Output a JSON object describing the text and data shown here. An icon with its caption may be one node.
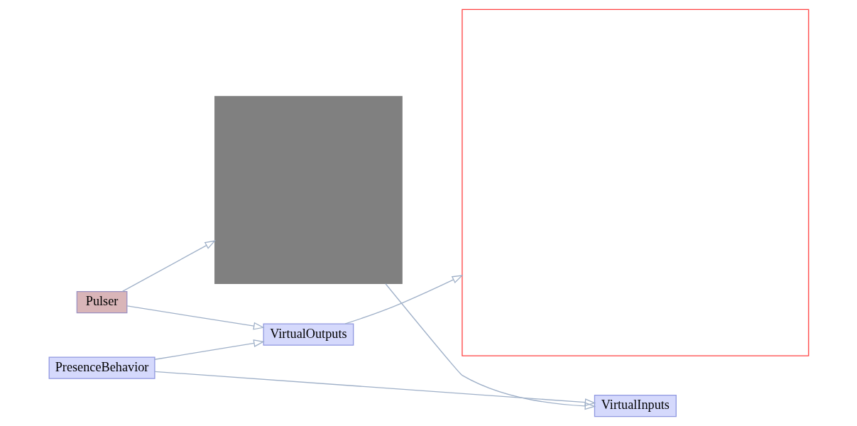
{
  "diagram": {
    "nodes": [
      {
        "text": [],
        "shape": "box"
      },
      {
        "text": [
          "PresenceBehavior"
        ]
      },
      {
        "text": [
          "VirtualInputs"
        ]
      },
      {
        "text": [
          "VirtualOutputs"
        ]
      },
      {
        "text": [
          "Pulser"
        ]
      },
      {
        "text": [],
        "shape": "box"
      }
    ],
    "edges": [
      {
        "from": 0,
        "to": 2,
        "arrow": "to"
      },
      {
        "from": 1,
        "to": 2,
        "arrow": "to"
      },
      {
        "from": 1,
        "to": 3,
        "arrow": "to"
      },
      {
        "from": 3,
        "to": 5,
        "arrow": "to"
      },
      {
        "from": 4,
        "to": 3,
        "arrow": "to"
      },
      {
        "from": 4,
        "to": 0,
        "arrow": "to"
      }
    ]
  }
}
